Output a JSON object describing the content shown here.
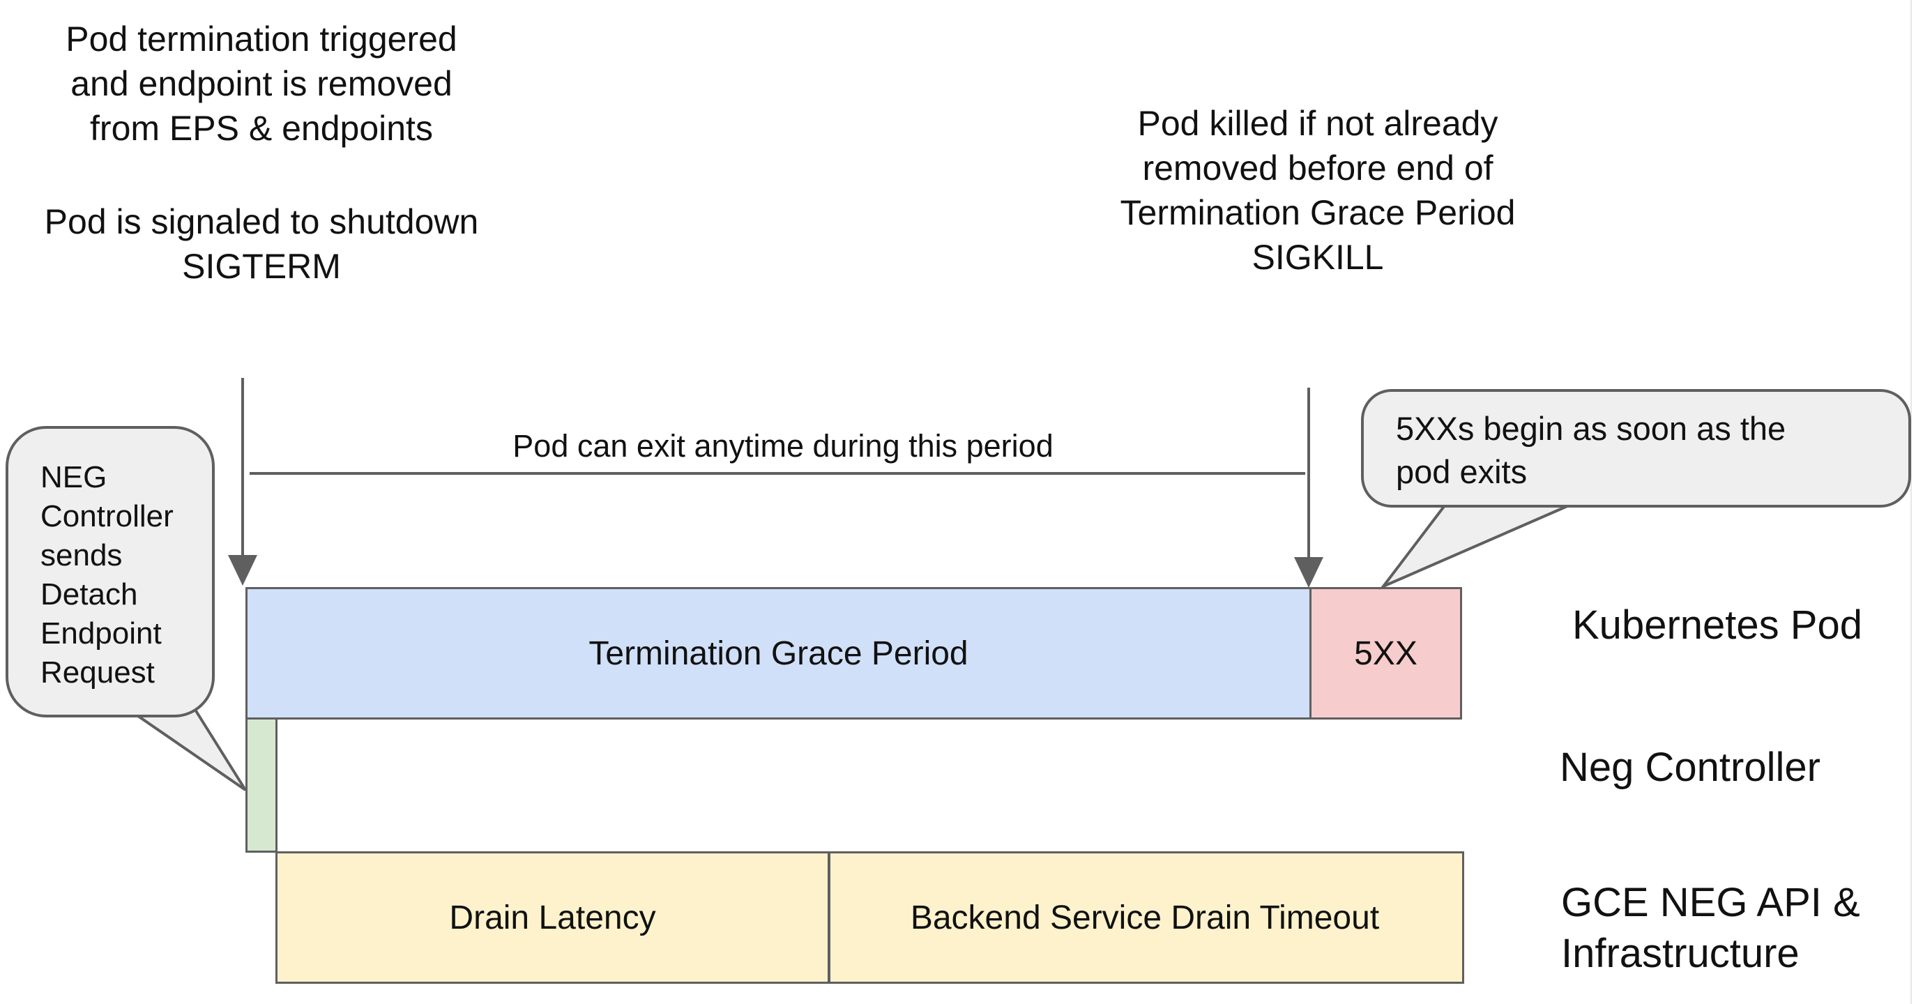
{
  "annotations": {
    "pod_termination": "Pod termination triggered\nand endpoint is removed\nfrom EPS & endpoints",
    "pod_signaled": "Pod is signaled to shutdown\nSIGTERM",
    "pod_killed": "Pod killed if not already\nremoved before end of\nTermination Grace Period\nSIGKILL",
    "pod_can_exit": "Pod can exit anytime during this period"
  },
  "callouts": {
    "neg_controller_text": "NEG\nController\nsends\nDetach\nEndpoint\nRequest",
    "five_xx_text": "5XXs begin as soon as the\npod exits"
  },
  "timeline": {
    "kubernetes_pod_bar": {
      "grace_label": "Termination Grace Period",
      "five_xx_label": "5XX"
    },
    "gce_bar": {
      "drain_latency_label": "Drain Latency",
      "backend_drain_label": "Backend Service Drain Timeout"
    }
  },
  "row_labels": {
    "kubernetes_pod": "Kubernetes Pod",
    "neg_controller": "Neg Controller",
    "gce_neg_api": "GCE NEG API &\nInfrastructure"
  },
  "colors": {
    "grace_period_blue": "#d0e0f8",
    "five_xx_pink": "#f6cdcc",
    "detach_green": "#d7e8d1",
    "drain_yellow": "#fdf2cc",
    "callout_gray": "#efefef",
    "stroke_gray": "#5f5f5f",
    "text_black": "#111111"
  }
}
